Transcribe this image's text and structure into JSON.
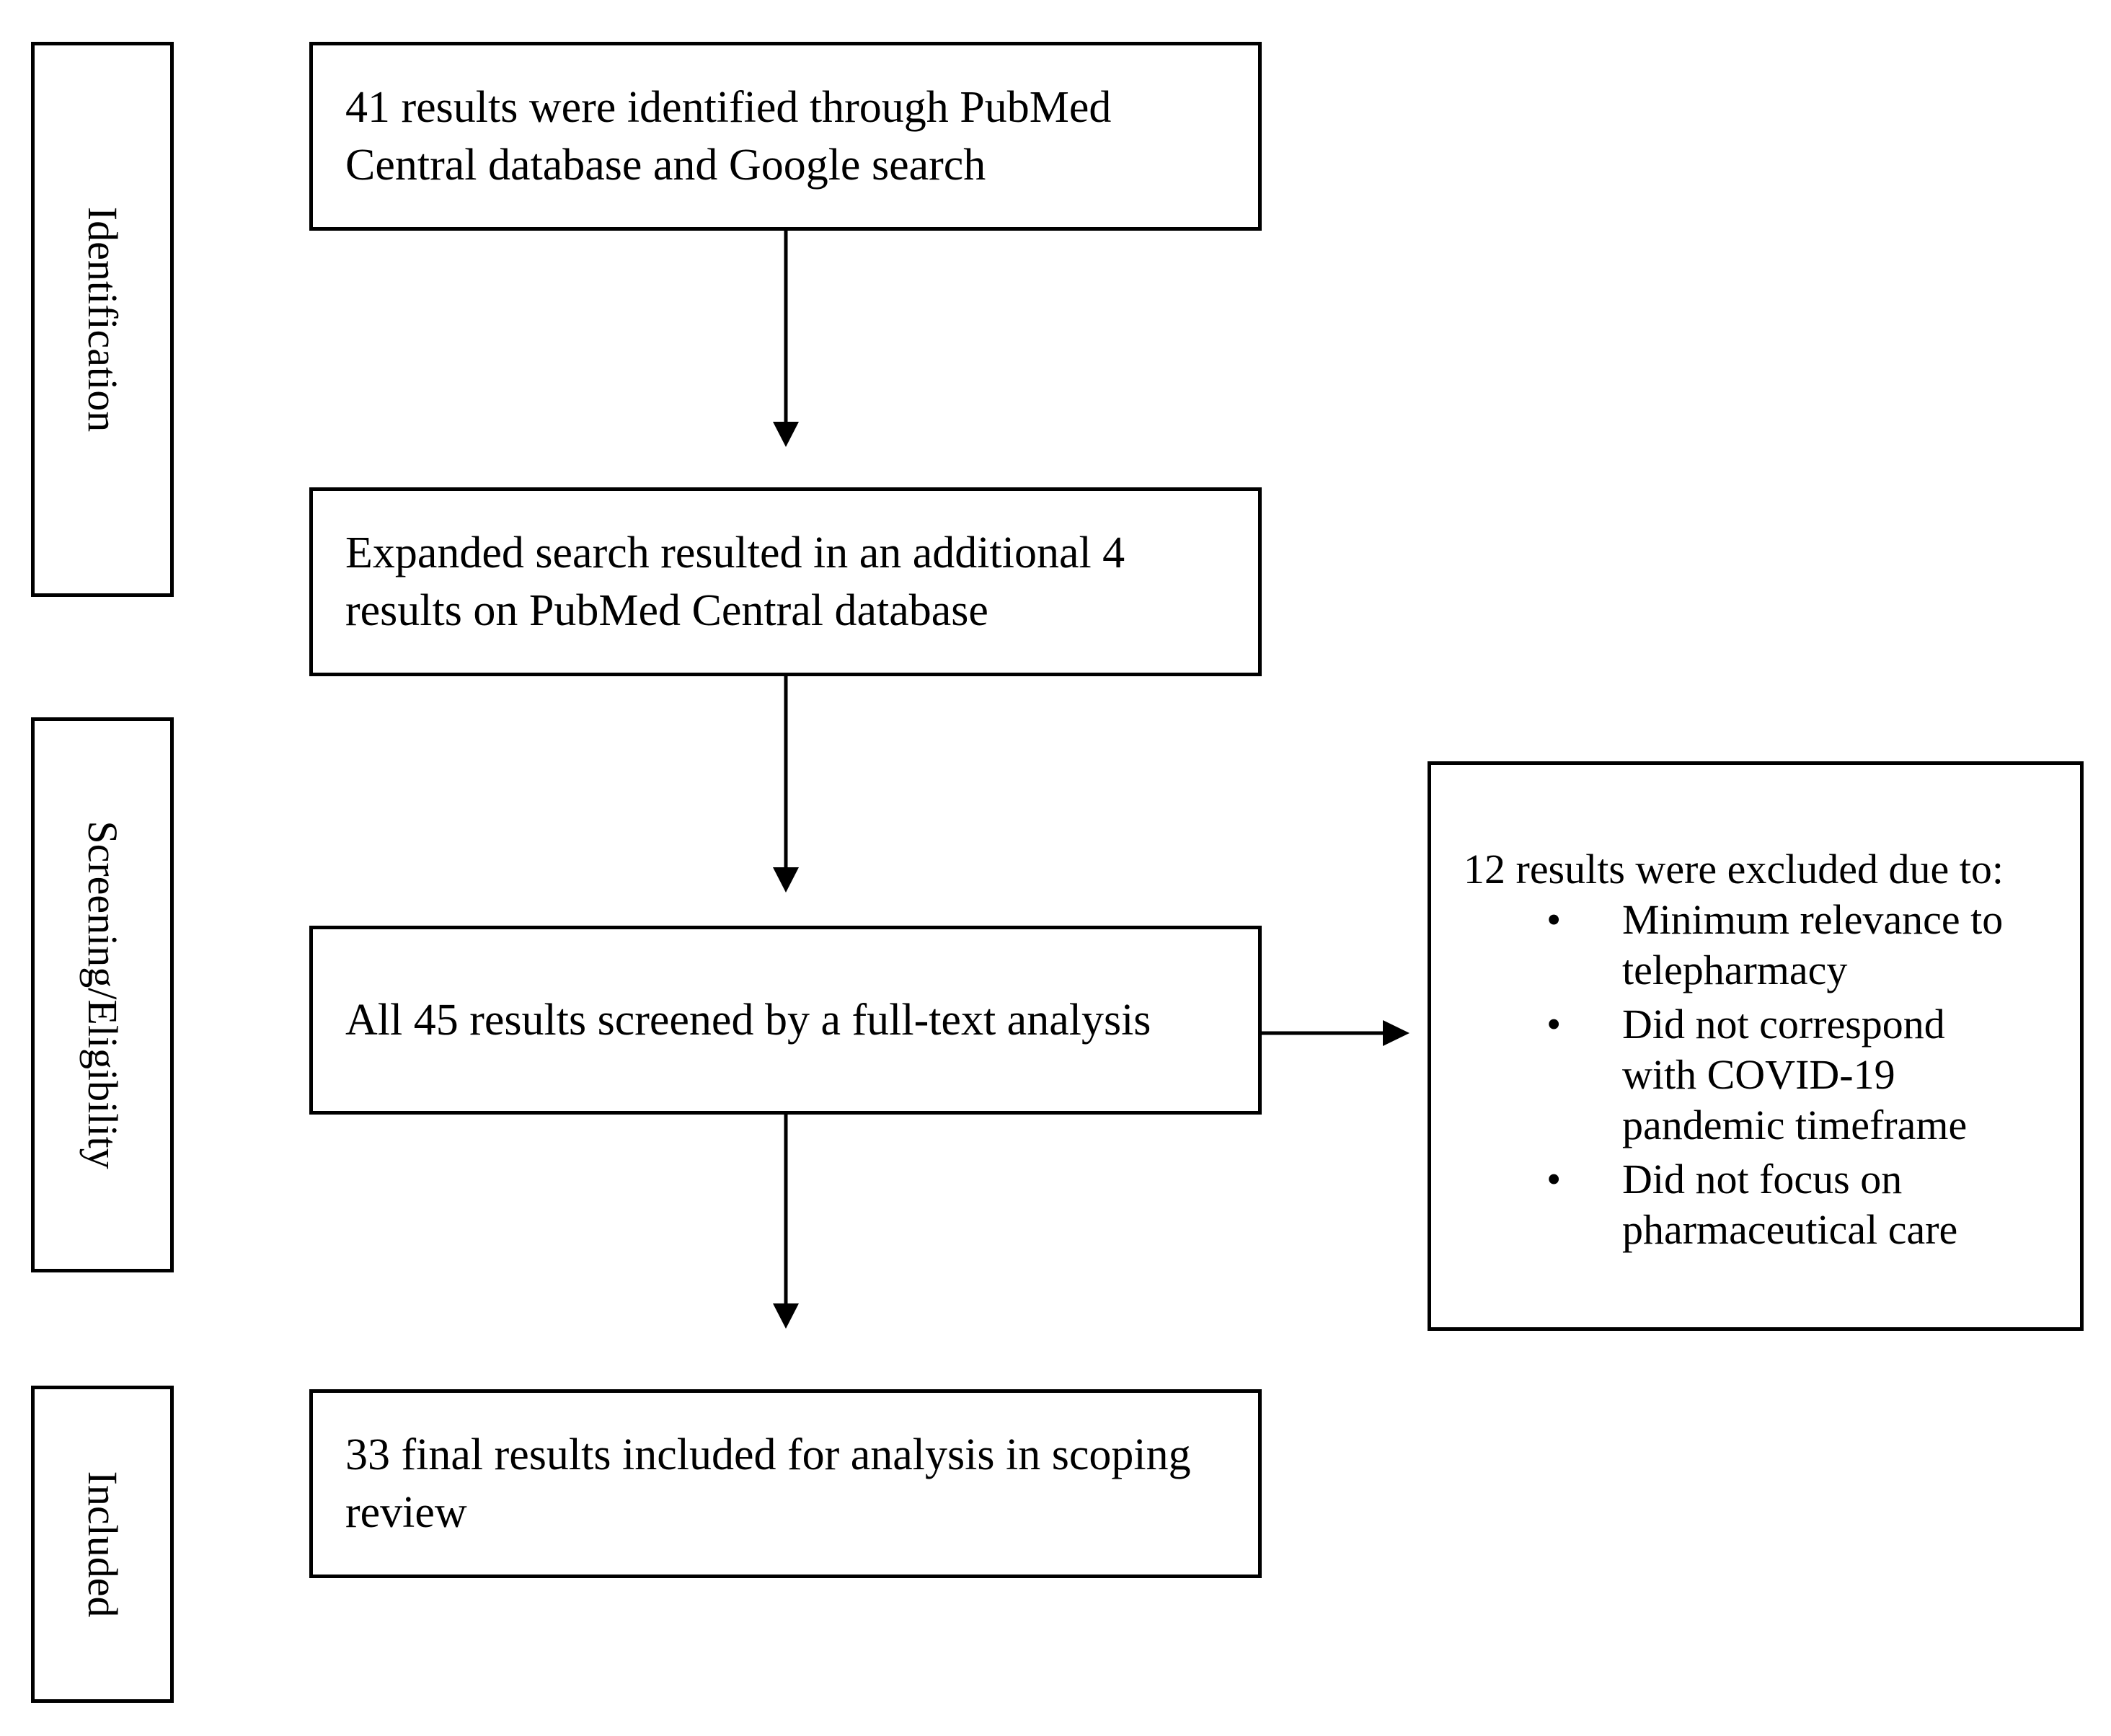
{
  "stages": {
    "identification": "Identification",
    "screening": "Screening/Eligibility",
    "included": "Included"
  },
  "boxes": {
    "identified": "41 results were identified through PubMed Central database and Google search",
    "expanded": "Expanded search resulted in an additional 4 results on PubMed Central database",
    "screened": "All 45 results screened by a full-text analysis",
    "final": "33 final results included for analysis in scoping review"
  },
  "exclusion": {
    "title": "12 results were excluded due to:",
    "bullet_glyph": "•",
    "reasons": [
      "Minimum relevance to telepharmacy",
      "Did not correspond with COVID-19 pandemic timeframe",
      "Did not focus on pharmaceutical care"
    ]
  }
}
